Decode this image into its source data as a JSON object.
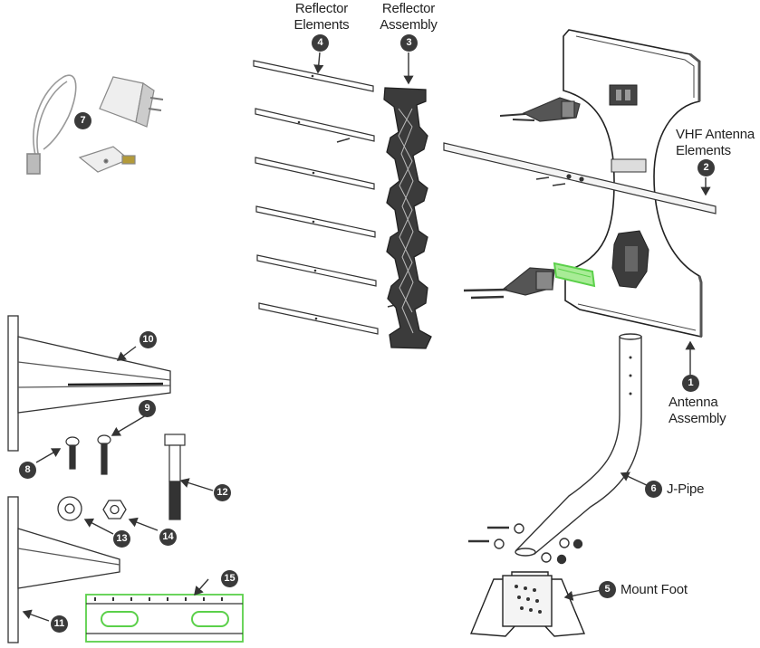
{
  "parts": [
    {
      "number": "1",
      "label_line1": "Antenna",
      "label_line2": "Assembly"
    },
    {
      "number": "2",
      "label_line1": "VHF Antenna",
      "label_line2": "Elements"
    },
    {
      "number": "3",
      "label_line1": "Reflector",
      "label_line2": "Assembly"
    },
    {
      "number": "4",
      "label_line1": "Reflector",
      "label_line2": "Elements"
    },
    {
      "number": "5",
      "label_line1": "Mount Foot"
    },
    {
      "number": "6",
      "label_line1": "J-Pipe"
    },
    {
      "number": "7"
    },
    {
      "number": "8"
    },
    {
      "number": "9"
    },
    {
      "number": "10"
    },
    {
      "number": "11"
    },
    {
      "number": "12"
    },
    {
      "number": "13"
    },
    {
      "number": "14"
    },
    {
      "number": "15"
    }
  ],
  "colors": {
    "line": "#333333",
    "badge": "#3a3a3a",
    "highlight": "#5bd04a"
  }
}
